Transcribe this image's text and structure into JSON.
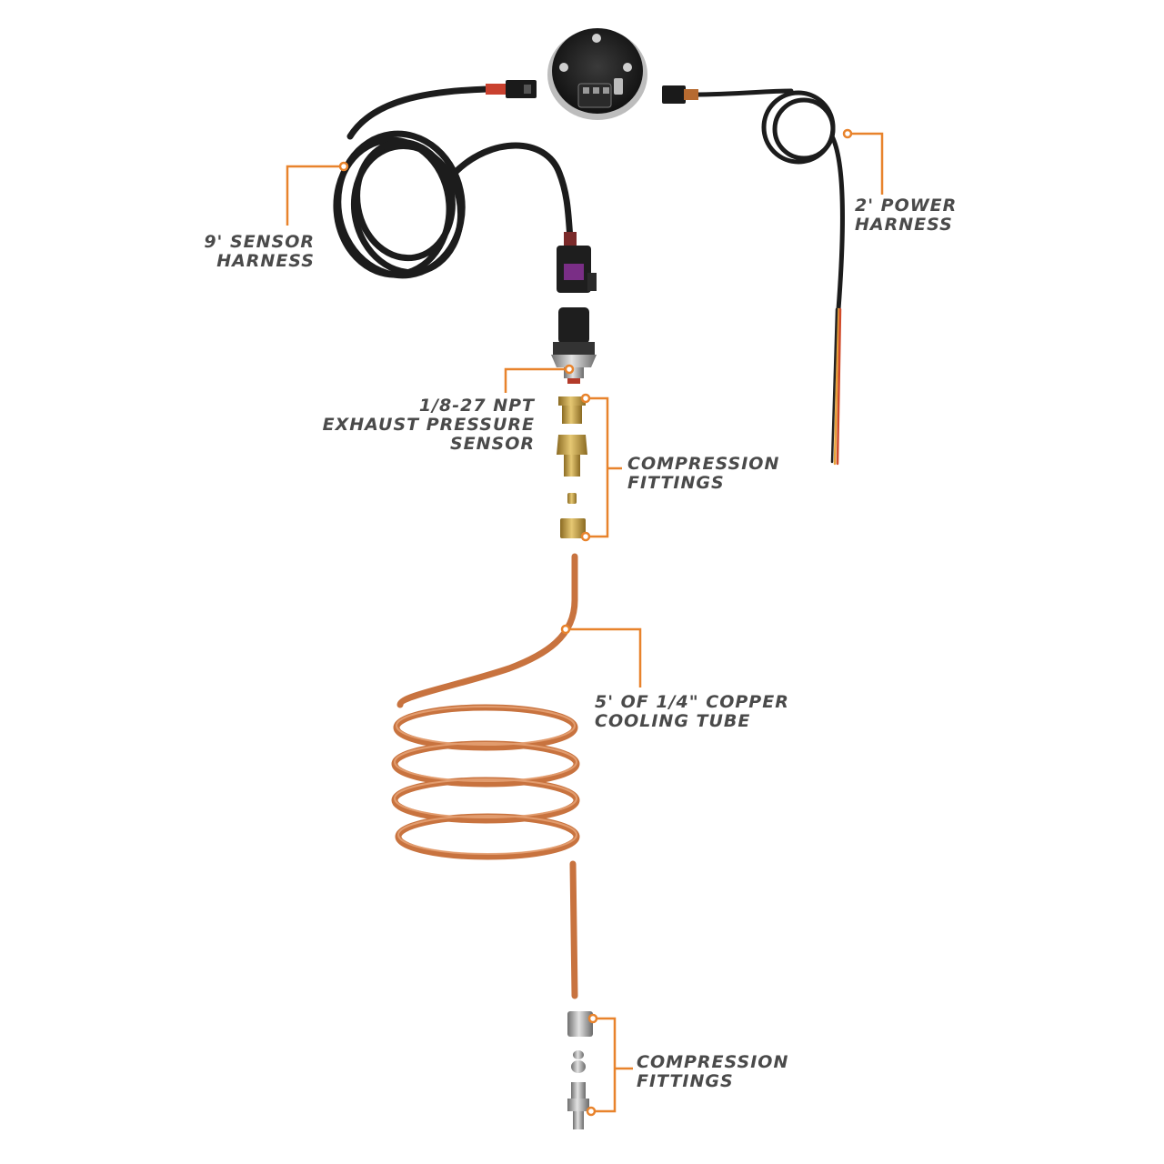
{
  "colors": {
    "callout": "#e8832c",
    "label_text": "#4a4a4a",
    "copper": "#c8733f",
    "cable": "#1c1c1c",
    "brass": "#c9a24a"
  },
  "labels": {
    "sensor_harness": [
      "9' SENSOR",
      "HARNESS"
    ],
    "power_harness": [
      "2' POWER",
      "HARNESS"
    ],
    "pressure_sensor": [
      "1/8-27 NPT",
      "EXHAUST PRESSURE",
      "SENSOR"
    ],
    "compression_fittings_upper": [
      "COMPRESSION",
      "FITTINGS"
    ],
    "copper_tube": [
      "5' OF 1/4\" COPPER",
      "COOLING TUBE"
    ],
    "compression_fittings_lower": [
      "COMPRESSION",
      "FITTINGS"
    ]
  },
  "icons": [
    "gauge-icon",
    "connector-icon",
    "pressure-sensor-icon",
    "brass-fitting-icon",
    "copper-coil-icon",
    "steel-fitting-icon"
  ]
}
